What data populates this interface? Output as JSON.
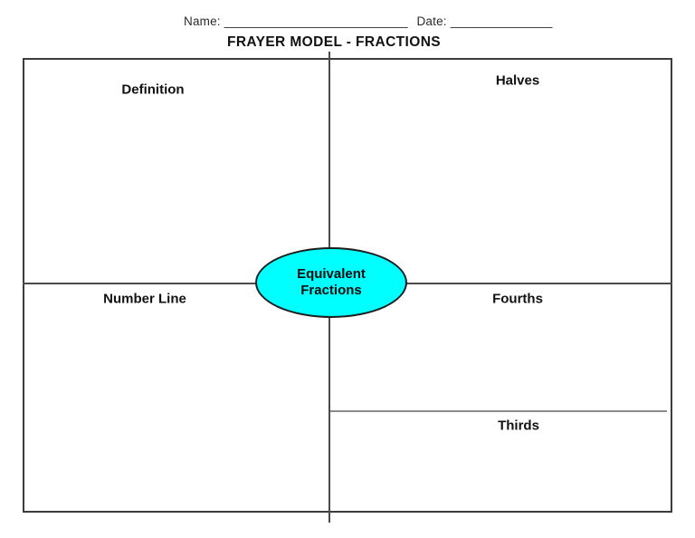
{
  "header": {
    "name_label": "Name:",
    "name_line": "___________________________",
    "date_label": "Date:",
    "date_line": "_______________",
    "title": "FRAYER MODEL - FRACTIONS"
  },
  "diagram": {
    "quadrants": [
      {
        "position": "top-left",
        "label": "Definition"
      },
      {
        "position": "top-right",
        "label": "Halves"
      },
      {
        "position": "bottom-left",
        "label": "Number Line"
      },
      {
        "position": "bottom-right-upper",
        "label": "Fourths"
      },
      {
        "position": "bottom-right-lower",
        "label": "Thirds"
      }
    ],
    "center_oval": {
      "line1": "Equivalent",
      "line2": "Fractions",
      "fill_color": "#00FFFF",
      "border_color": "#1D1D1D"
    },
    "colors": {
      "frame_border": "#3C3C3C",
      "divider": "#4A4A4A",
      "thirds_divider": "#8A8A8A",
      "page_background": "#FFFFFF"
    }
  }
}
